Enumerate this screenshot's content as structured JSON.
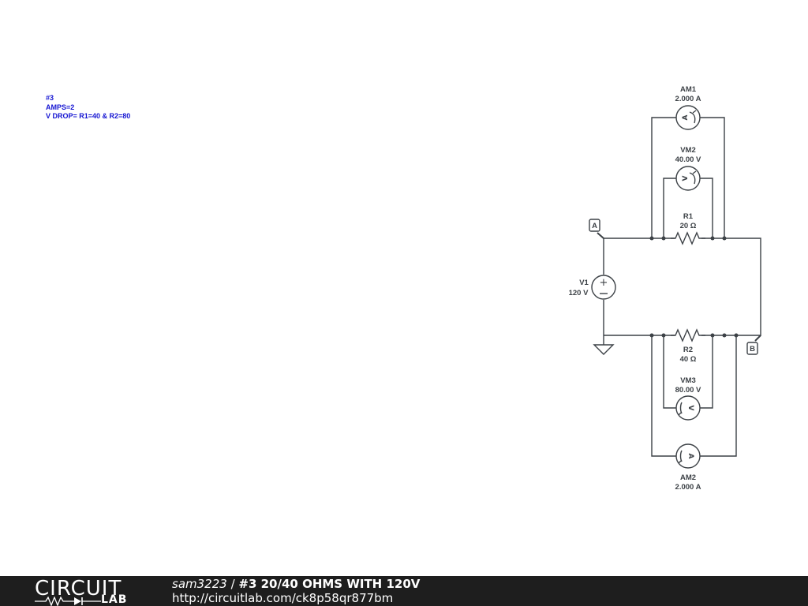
{
  "notes": [
    "#3",
    "AMPS=2",
    "V DROP= R1=40 & R2=80"
  ],
  "components": {
    "am1": {
      "name": "AM1",
      "value": "2.000 A"
    },
    "vm2": {
      "name": "VM2",
      "value": "40.00 V"
    },
    "r1": {
      "name": "R1",
      "value": "20 Ω"
    },
    "v1": {
      "name": "V1",
      "value": "120 V"
    },
    "r2": {
      "name": "R2",
      "value": "40 Ω"
    },
    "vm3": {
      "name": "VM3",
      "value": "80.00 V"
    },
    "am2": {
      "name": "AM2",
      "value": "2.000 A"
    }
  },
  "nodes": {
    "a": "A",
    "b": "B"
  },
  "footer": {
    "logo_top": "CIRCUIT",
    "logo_bottom": "LAB",
    "user": "sam3223",
    "separator": " / ",
    "circuit_name": "#3 20/40 OHMS WITH 120V",
    "url": "http://circuitlab.com/ck8p58qr877bm"
  },
  "colors": {
    "notes": "#1414d2",
    "wire": "#3c4146",
    "footer_bg": "#1e1e1e"
  }
}
